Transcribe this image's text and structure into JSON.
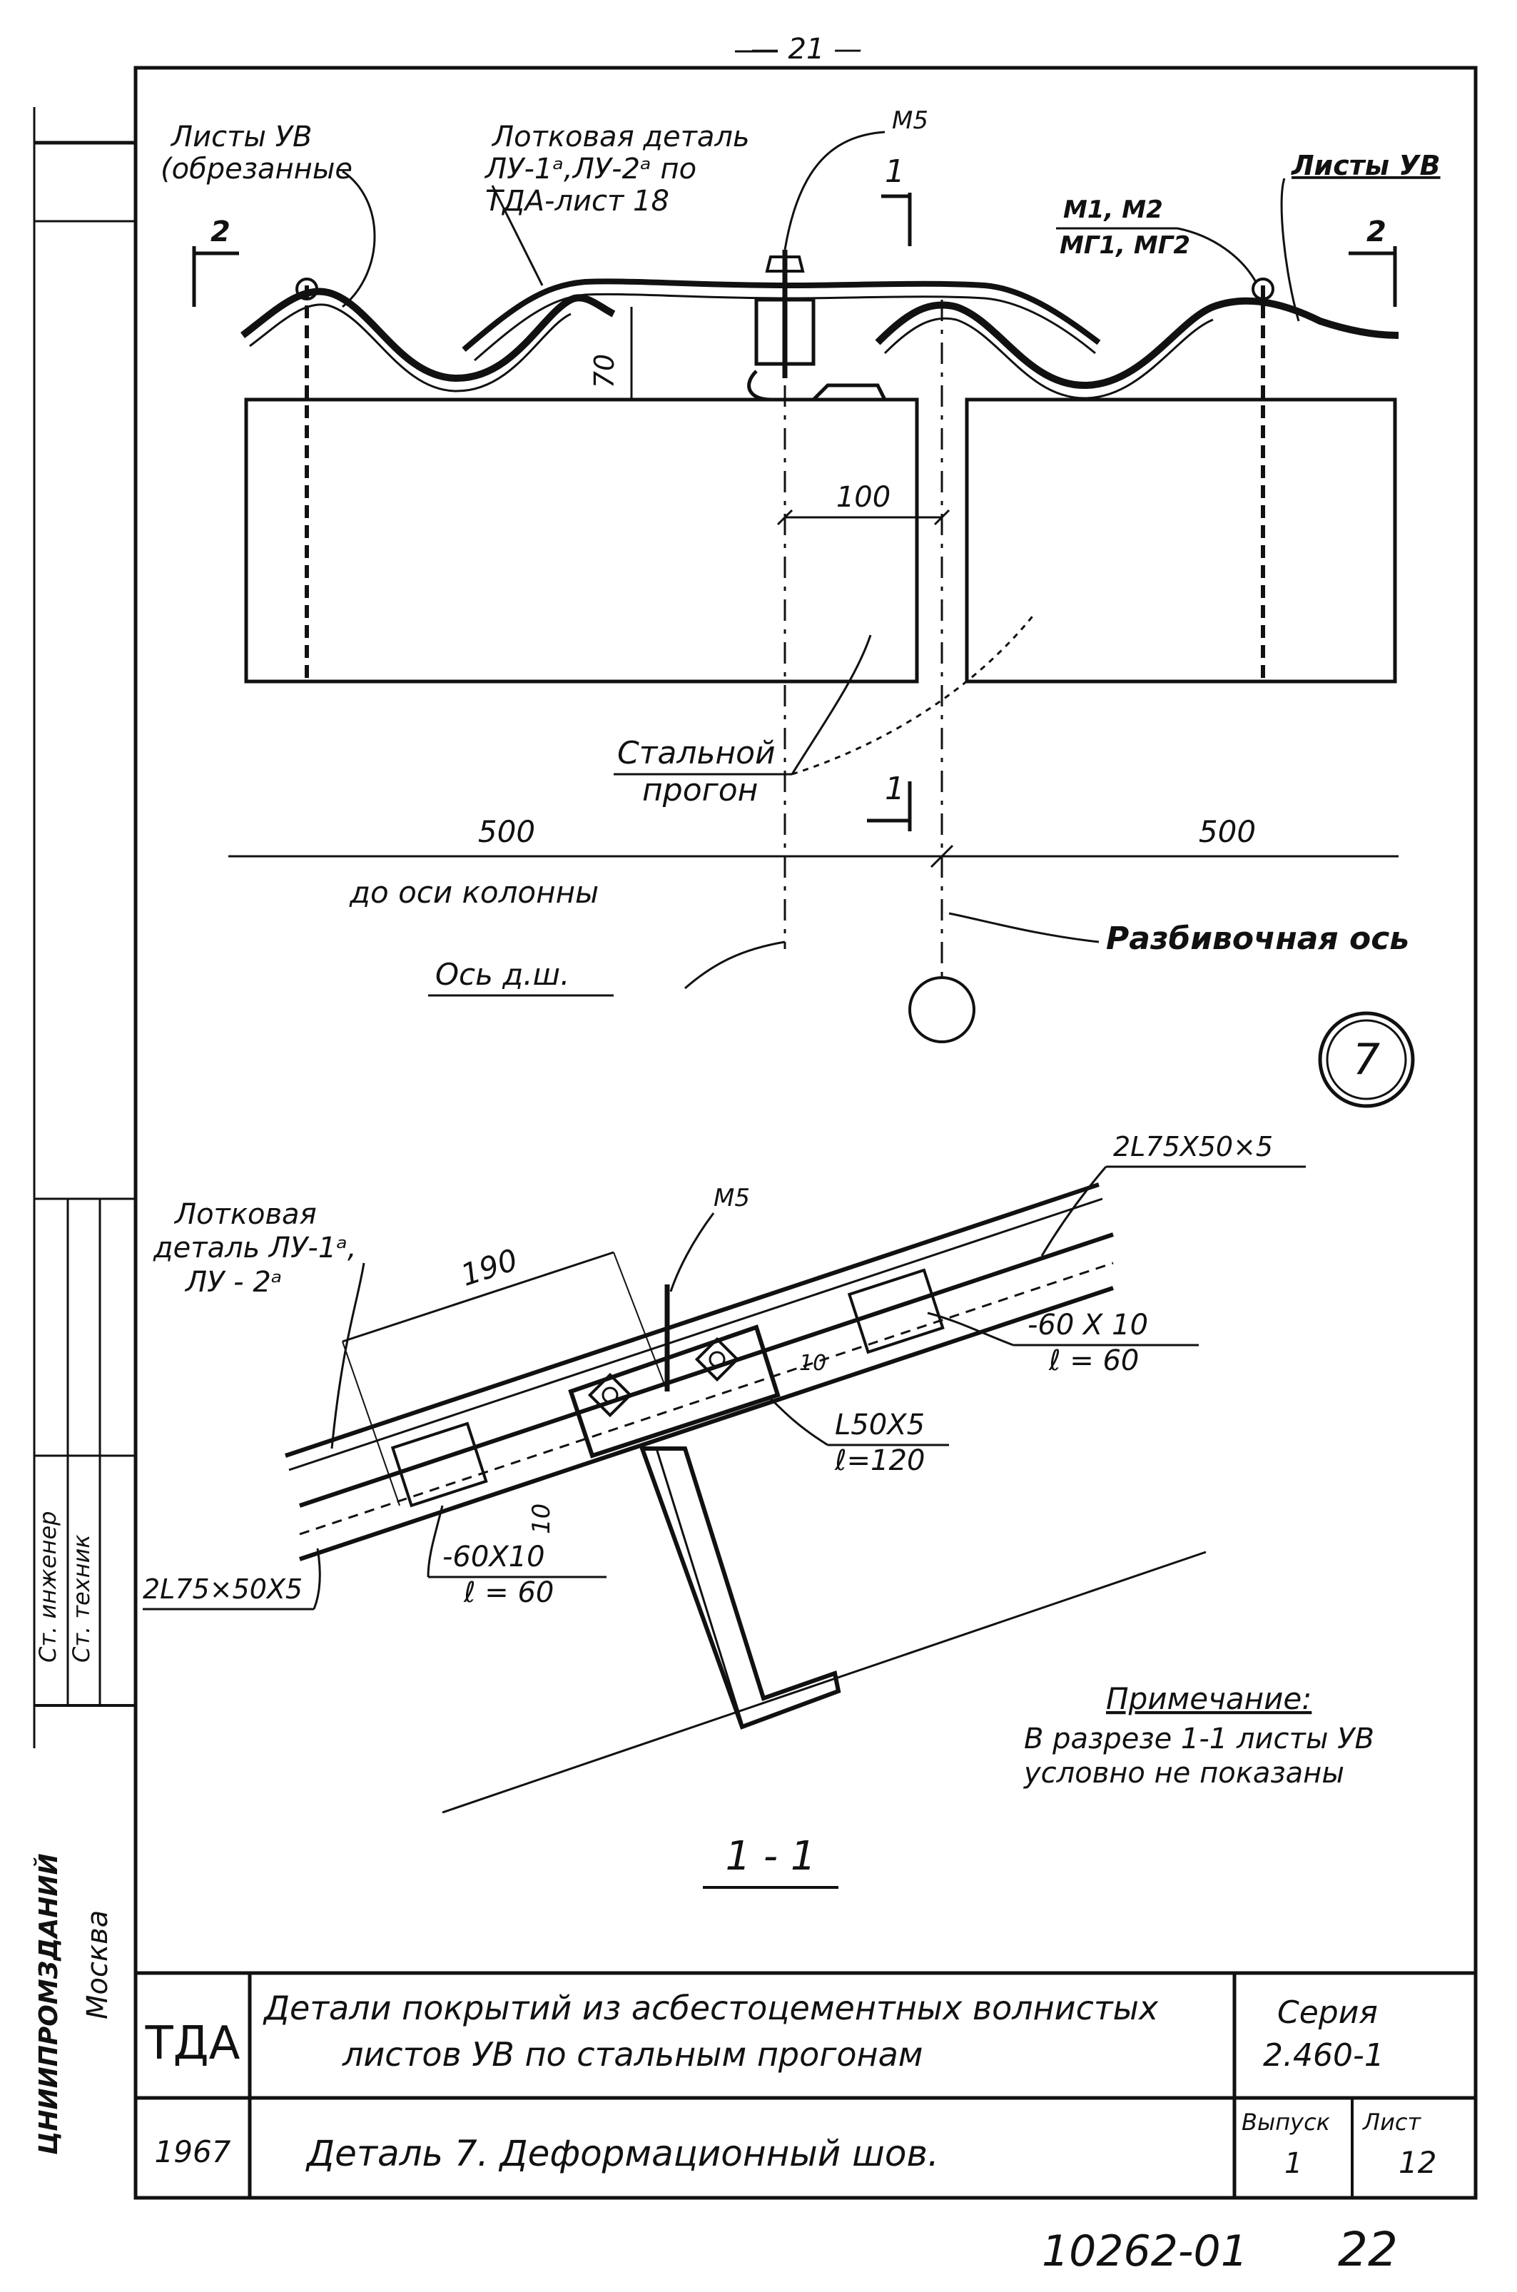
{
  "page": {
    "page_number": "— 21 —",
    "detail_number": "7"
  },
  "top_view": {
    "label_sheets_cut_line1": "Листы УВ",
    "label_sheets_cut_line2": "(обрезанные",
    "label_gutter_line1": "Лотковая деталь",
    "label_gutter_line2": "ЛУ-1ᵃ,ЛУ-2ᵃ по",
    "label_gutter_line3": "ТДА-лист  18",
    "label_m5": "М5",
    "label_sheets_right": "Листы УВ",
    "label_m1m2": "М1, М2",
    "label_mg1mg2": "МГ1, МГ2",
    "section_mark_1": "1",
    "section_mark_2": "2",
    "dim_70": "70",
    "dim_100": "100",
    "label_purlin_line1": "Стальной",
    "label_purlin_line2": "прогон",
    "dim_500_left": "500",
    "dim_500_right": "500",
    "label_to_column_axis": "до  оси  колонны",
    "label_axis_ds": "Ось   д.ш.",
    "label_layout_axis": "Разбивочная ось"
  },
  "section_view": {
    "label_2l75_top": "2L75X50×5",
    "label_m5": "М5",
    "label_gutter_line1": "Лотковая",
    "label_gutter_line2": "деталь ЛУ-1ᵃ,",
    "label_gutter_line3": "ЛУ - 2ᵃ",
    "dim_190": "190",
    "label_plate_right_line1": "-60 X 10",
    "label_plate_right_line2": "ℓ = 60",
    "dim_10_a": "10",
    "dim_10_b": "10",
    "label_angle_line1": "L50X5",
    "label_angle_line2": "ℓ=120",
    "label_2l75_left": "2L75×50X5",
    "label_plate_left_line1": "-60X10",
    "label_plate_left_line2": "ℓ = 60",
    "note_title": "Примечание:",
    "note_line1": "В разрезе 1-1 листы УВ",
    "note_line2": "условно не показаны",
    "section_title": "1 - 1"
  },
  "side_stamp": {
    "approval_line1": "Ст. инженер",
    "approval_line2": "Ст. техник",
    "org_name": "ЦНИИПРОМЗДАНИЙ",
    "city": "Москва"
  },
  "title_block": {
    "org_code": "ТДА",
    "title_line1": "Детали покрытий из асбестоцементных волнистых",
    "title_line2": "листов УВ по стальным прогонам",
    "series_label": "Серия",
    "series_value": "2.460-1",
    "year": "1967",
    "sheet_title": "Деталь 7. Деформационный шов.",
    "issue_label": "Выпуск",
    "issue_value": "1",
    "sheet_label": "Лист",
    "sheet_value": "12"
  },
  "footer": {
    "archive_number": "10262-01",
    "page_number": "22"
  }
}
